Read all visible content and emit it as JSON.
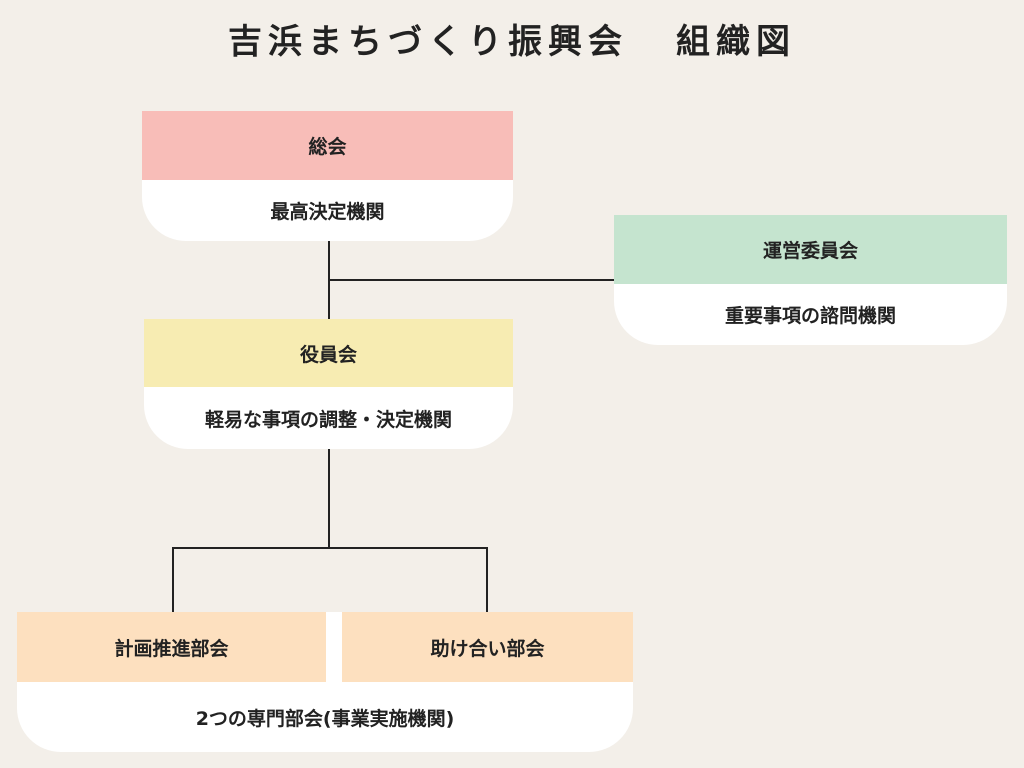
{
  "title": {
    "main": "吉浜まちづくり振興会",
    "sub": "組織図"
  },
  "nodes": {
    "soukai": {
      "name": "総会",
      "role": "最高決定機関",
      "color": "#f8bdb8"
    },
    "unei": {
      "name": "運営委員会",
      "role": "重要事項の諮問機関",
      "color": "#c5e4cf"
    },
    "yakuin": {
      "name": "役員会",
      "role": "軽易な事項の調整・決定機関",
      "color": "#f7ecb2"
    },
    "bukai": {
      "left_name": "計画推進部会",
      "right_name": "助け合い部会",
      "role": "2つの専門部会(事業実施機関)",
      "color": "#fde0bf"
    }
  }
}
